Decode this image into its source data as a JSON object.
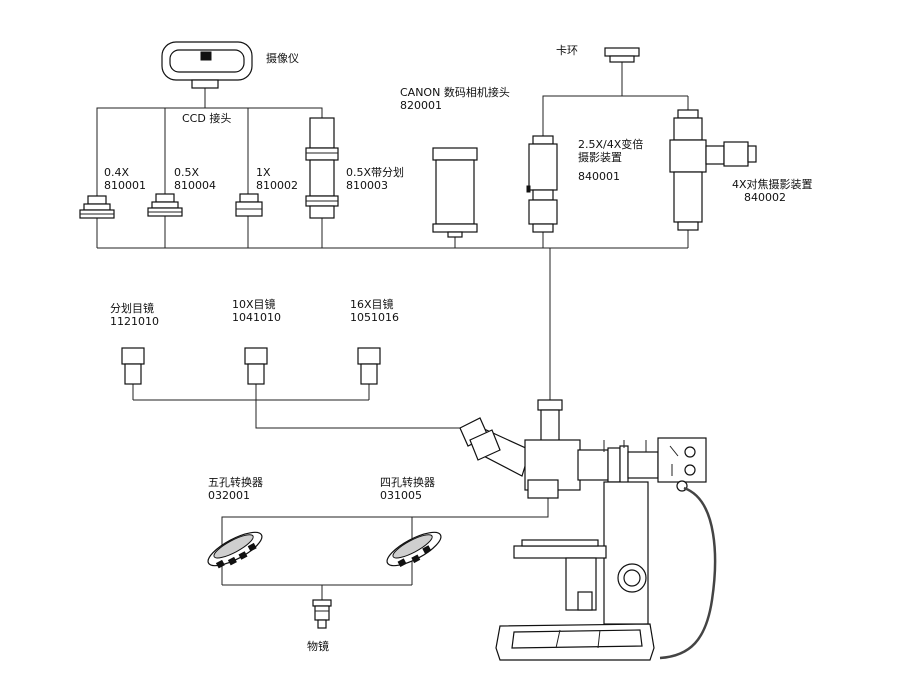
{
  "labels": {
    "camera": {
      "name": "摄像仪"
    },
    "ccd": {
      "name": "CCD 接头"
    },
    "adapter_04x": {
      "name": "0.4X",
      "code": "810001"
    },
    "adapter_05x": {
      "name": "0.5X",
      "code": "810004"
    },
    "adapter_1x": {
      "name": "1X",
      "code": "810002"
    },
    "adapter_05x_reticle": {
      "name": "0.5X带分划",
      "code": "810003"
    },
    "canon": {
      "name": "CANON 数码相机接头",
      "code": "820001"
    },
    "clamp_ring": {
      "name": "卡环"
    },
    "zoom_photo": {
      "name1": "2.5X/4X变倍",
      "name2": "摄影装置",
      "code": "840001"
    },
    "focus_photo": {
      "name": "4X对焦摄影装置",
      "code": "840002"
    },
    "eyepiece_reticle": {
      "name": "分划目镜",
      "code": "1121010"
    },
    "eyepiece_10x": {
      "name": "10X目镜",
      "code": "1041010"
    },
    "eyepiece_16x": {
      "name": "16X目镜",
      "code": "1051016"
    },
    "nosepiece_5": {
      "name": "五孔转换器",
      "code": "032001"
    },
    "nosepiece_4": {
      "name": "四孔转换器",
      "code": "031005"
    },
    "objective": {
      "name": "物镜"
    }
  }
}
